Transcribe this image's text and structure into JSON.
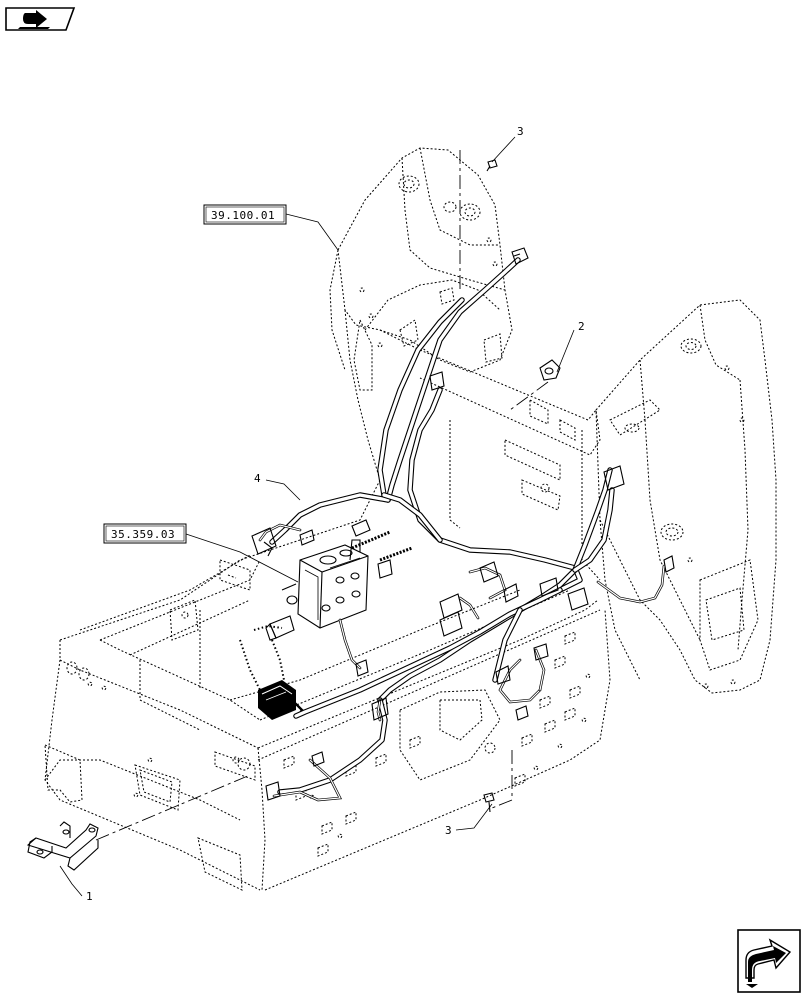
{
  "callouts": {
    "item_1": "1",
    "item_2": "2",
    "item_3_top": "3",
    "item_3_bottom": "3",
    "item_4": "4"
  },
  "references": {
    "ref_upper": "39.100.01",
    "ref_lower": "35.359.03"
  },
  "icons": {
    "top_left": "book-arrow-icon",
    "bottom_right": "next-page-arrow-icon"
  }
}
